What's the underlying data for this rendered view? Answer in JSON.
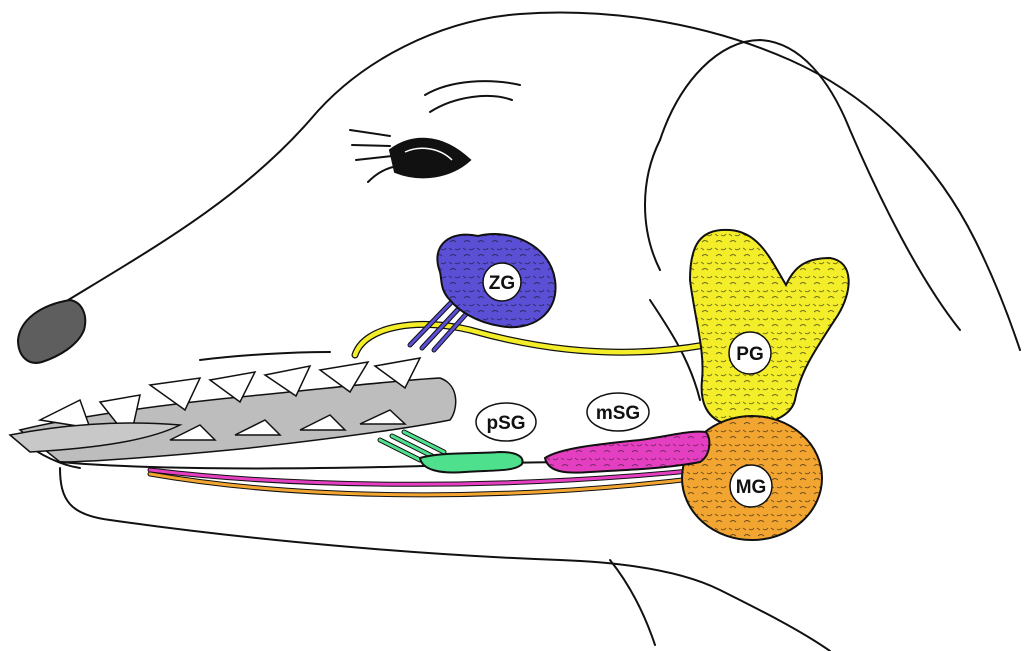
{
  "glands": {
    "zg": {
      "label": "ZG",
      "color": "#5b4fd6"
    },
    "pg": {
      "label": "PG",
      "color": "#f4ee2a"
    },
    "mg": {
      "label": "MG",
      "color": "#f2a531"
    },
    "psg": {
      "label": "pSG",
      "color": "#4fe08e"
    },
    "msg": {
      "label": "mSG",
      "color": "#e43fc1"
    }
  },
  "colors": {
    "outline": "#111111",
    "nose": "#5e5e5e",
    "teeth_gum": "#bdbdbd",
    "background": "#ffffff"
  }
}
